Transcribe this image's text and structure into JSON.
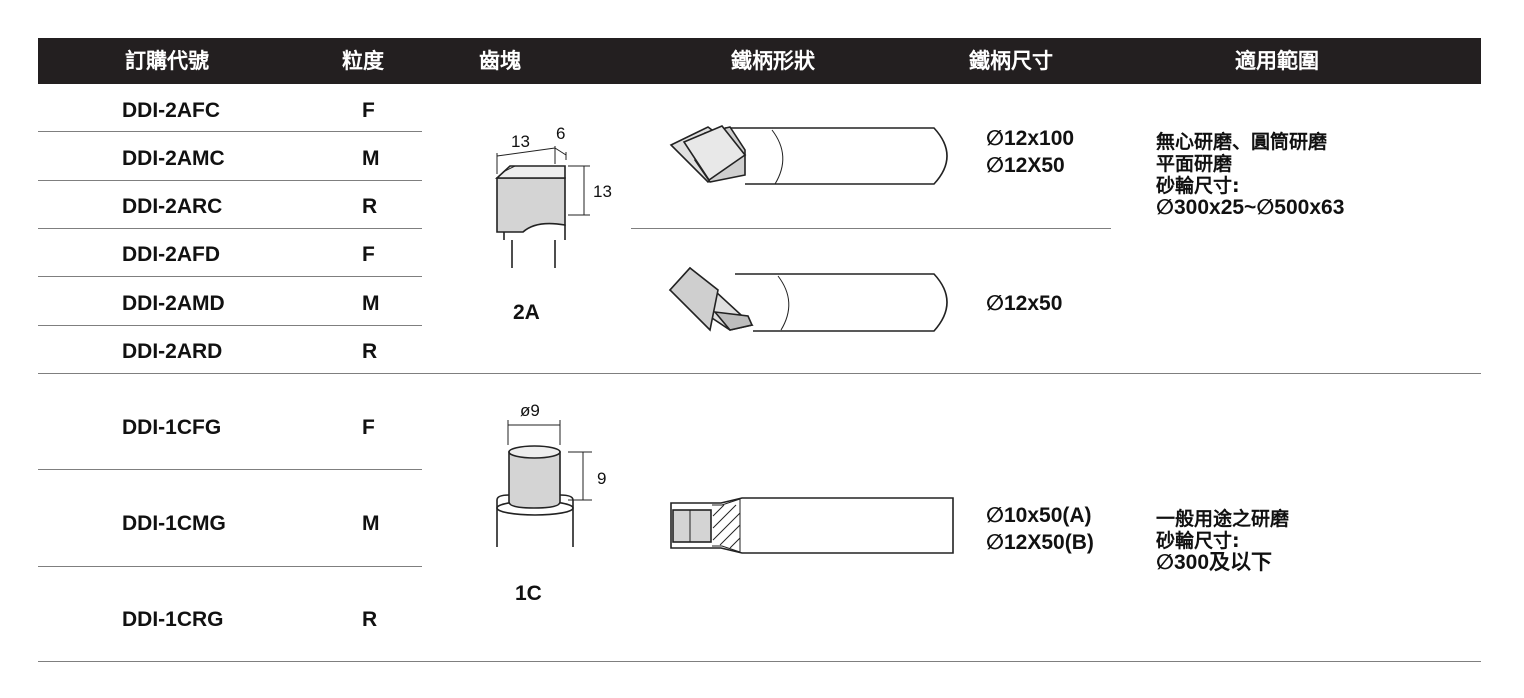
{
  "header": {
    "code": "訂購代號",
    "grit": "粒度",
    "tip": "齒塊",
    "shank_shape": "鐵柄形狀",
    "shank_size": "鐵柄尺寸",
    "application": "適用範圍"
  },
  "rows_2a": [
    {
      "code": "DDI-2AFC",
      "grit": "F"
    },
    {
      "code": "DDI-2AMC",
      "grit": "M"
    },
    {
      "code": "DDI-2ARC",
      "grit": "R"
    },
    {
      "code": "DDI-2AFD",
      "grit": "F"
    },
    {
      "code": "DDI-2AMD",
      "grit": "M"
    },
    {
      "code": "DDI-2ARD",
      "grit": "R"
    }
  ],
  "rows_1c": [
    {
      "code": "DDI-1CFG",
      "grit": "F"
    },
    {
      "code": "DDI-1CMG",
      "grit": "M"
    },
    {
      "code": "DDI-1CRG",
      "grit": "R"
    }
  ],
  "tip_2a": {
    "label": "2A",
    "dim_w": "13",
    "dim_d": "6",
    "dim_h": "13"
  },
  "tip_1c": {
    "label": "1C",
    "dim_dia": "ø9",
    "dim_h": "9"
  },
  "sizes": {
    "a_line1": "∅12x100",
    "a_line2": "∅12X50",
    "b_line1": "∅12x50",
    "c_line1": "∅10x50(A)",
    "c_line2": "∅12X50(B)"
  },
  "applications": {
    "g1_line1": "無心研磨、圓筒研磨",
    "g1_line2": "平面研磨",
    "g1_line3": "砂輪尺寸:",
    "g1_line4": "∅300x25~∅500x63",
    "g2_line1": "一般用途之研磨",
    "g2_line2": "砂輪尺寸:",
    "g2_line3": "∅300及以下"
  }
}
